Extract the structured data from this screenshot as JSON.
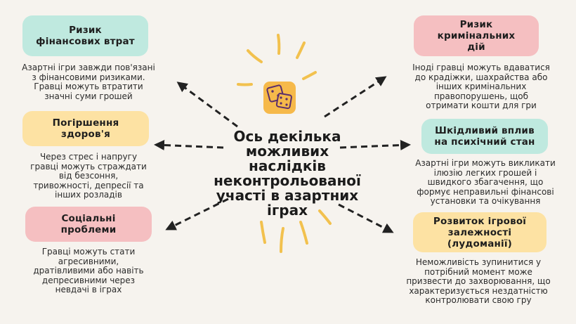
{
  "center": {
    "title": "Ось декілька\nможливих\nнаслідків\nнеконтрольованої\nучасті в азартних\nіграх"
  },
  "items": [
    {
      "id": "financial",
      "title": "Ризик\nфінансових втрат",
      "text": "Азартні ігри завжди пов'язані\nз фінансовими ризиками.\nГравці можуть втратити\nзначні суми грошей"
    },
    {
      "id": "health",
      "title": "Погіршення\nздоров'я",
      "text": "Через стрес і напругу\nгравці можуть страждати\nвід безсоння,\nтривожності, депресії та\nінших розладів"
    },
    {
      "id": "social",
      "title": "Соціальні\nпроблеми",
      "text": "Гравці можуть стати\nагресивними,\nдратівливими або навіть\nдепресивними через\nневдачі в іграх"
    },
    {
      "id": "criminal",
      "title": "Ризик\nкримінальних\nдій",
      "text": "Іноді гравці можуть вдаватися\nдо крадіжки, шахрайства або\nінших кримінальних\nправопорушень, щоб\nотримати кошти для гри"
    },
    {
      "id": "mental",
      "title": "Шкідливий вплив\nна психічний стан",
      "text": "Азартні ігри можуть викликати\nілюзію легких грошей і\nшвидкого збагачення, що\nформує неправильні фінансові\nустановки та очікування"
    },
    {
      "id": "addiction",
      "title": "Розвиток ігрової\nзалежності\n(лудоманії)",
      "text": "Неможливість зупинитися у\nпотрібний момент може\nпризвести до захворювання, що\nхарактеризується нездатністю\nконтролювати свою гру"
    }
  ],
  "colors": {
    "background": "#f6f3ee",
    "mint": "#bfe9df",
    "yellow": "#fde2a3",
    "pink": "#f5bfc1",
    "rays": "#f2c14e",
    "dice_tile": "#f6b94a",
    "arrow": "#222222"
  },
  "icons": {
    "center": "dice-icon",
    "connector": "dashed-arrow-icon"
  }
}
